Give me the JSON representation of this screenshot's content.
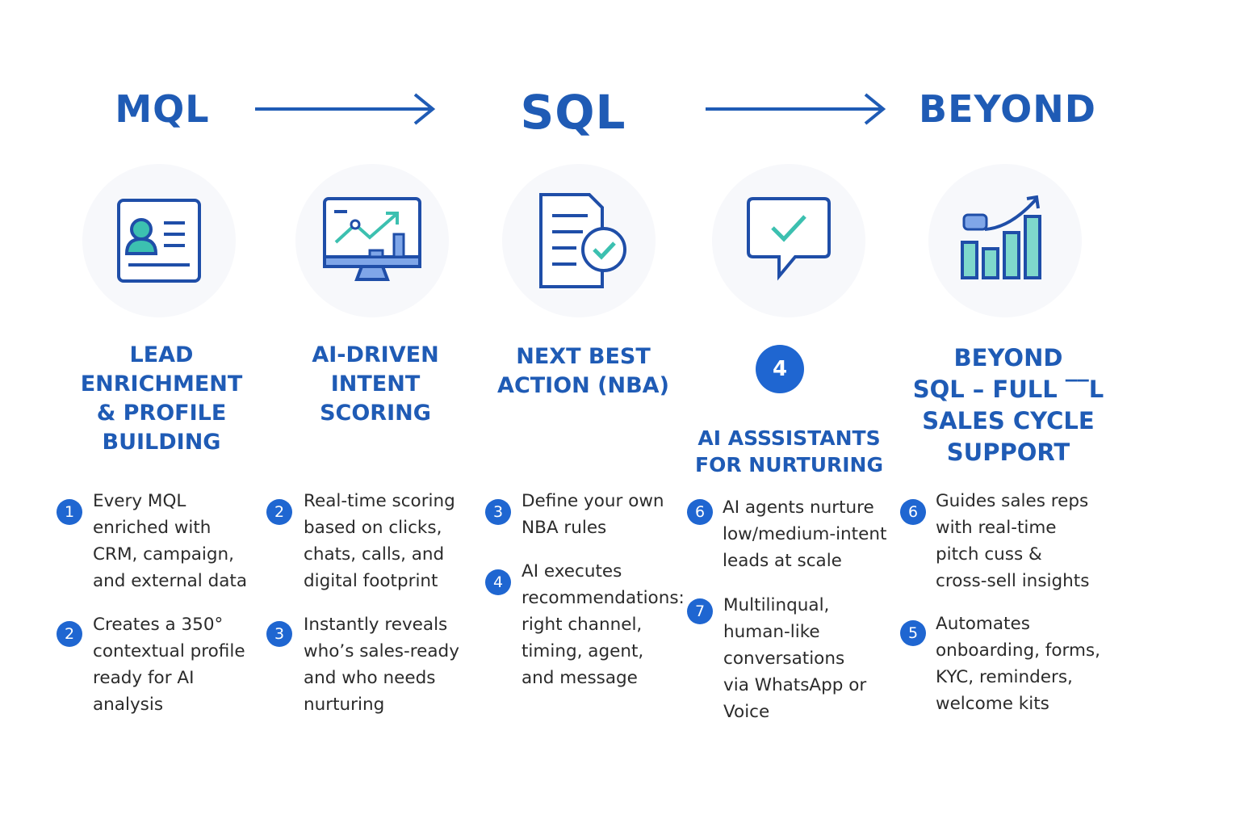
{
  "stages": {
    "mql": "MQL",
    "sql": "SQL",
    "beyond": "BEYOND"
  },
  "icons": [
    "profile-card-icon",
    "monitor-chart-icon",
    "document-check-icon",
    "chat-check-icon",
    "bar-growth-icon"
  ],
  "colors": {
    "primary_blue": "#1f5bb5",
    "badge_blue": "#1f66d1",
    "teal": "#3cc0b0",
    "light_teal": "#7fd8cc",
    "light_blue": "#7fa6e8"
  },
  "columns": [
    {
      "title": "LEAD\nENRICHMENT\n& PROFILE\nBUILDING",
      "items": [
        {
          "num": "1",
          "text": "Every MQL\nenriched with\nCRM, campaign,\nand external data"
        },
        {
          "num": "2",
          "text": "Creates a 350°\ncontextual profile\nready for AI\nanalysis"
        }
      ]
    },
    {
      "title": "AI-DRIVEN\nINTENT\nSCORING",
      "items": [
        {
          "num": "2",
          "text": "Real-time scoring\nbased on clicks,\nchats, calls, and\ndigital footprint"
        },
        {
          "num": "3",
          "text": "Instantly reveals\nwho’s sales-ready\nand who needs\nnurturing"
        }
      ]
    },
    {
      "title": "NEXT BEST\nACTION (NBA)",
      "items": [
        {
          "num": "3",
          "text": "Define your own\nNBA rules"
        },
        {
          "num": "4",
          "text": "AI executes\nrecommendations:\nright channel,\ntiming, agent,\nand message"
        }
      ]
    },
    {
      "number": "4",
      "title": "AI ASSSISTANTS\nFOR NURTURING",
      "items": [
        {
          "num": "6",
          "text": "AI agents nurture\nlow/medium-intent\nleads at scale"
        },
        {
          "num": "7",
          "text": "Multilinqual,\nhuman-like\nconversations\nvia WhatsApp or\nVoice"
        }
      ]
    },
    {
      "title": "BEYOND\nSQL – FULL ‾‾L\nSALES CYCLE\nSUPPORT",
      "items": [
        {
          "num": "6",
          "text": "Guides sales reps\nwith real-time\npitch cuss &\ncross-sell insights"
        },
        {
          "num": "5",
          "text": "Automates\nonboarding, forms,\nKYC, reminders,\nwelcome kits"
        }
      ]
    }
  ]
}
